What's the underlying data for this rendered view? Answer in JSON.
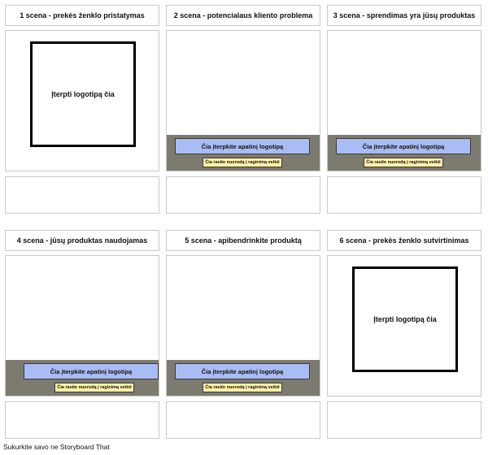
{
  "scenes": [
    {
      "title": "1 scena - prekės ženklo pristatymas",
      "type": "logo",
      "logo_text": "Įterpti logotipą čia"
    },
    {
      "title": "2 scena - potencialaus kliento problema",
      "type": "bar",
      "bar_text": "Čia įterpkite apatinį logotipą",
      "sub_text": "Čia rasite nuorodą į raginimą veikti"
    },
    {
      "title": "3 scena - sprendimas yra jūsų produktas",
      "type": "bar",
      "bar_text": "Čia įterpkite apatinį logotipą",
      "sub_text": "Čia rasite nuorodą į raginimą veikti"
    },
    {
      "title": "4 scena - jūsų produktas naudojamas",
      "type": "bar",
      "bar_text": "Čia įterpkite apatinį logotipą",
      "sub_text": "Čia rasite nuorodą į raginimą veikti"
    },
    {
      "title": "5 scena - apibendrinkite produktą",
      "type": "bar",
      "bar_text": "Čia įterpkite apatinį logotipą",
      "sub_text": "Čia rasite nuorodą į raginimą veikti"
    },
    {
      "title": "6 scena - prekės ženklo sutvirtinimas",
      "type": "logo",
      "logo_text": "Įterpti logotipą čia"
    }
  ],
  "footer": "Sukurkite savo ne Storyboard That"
}
